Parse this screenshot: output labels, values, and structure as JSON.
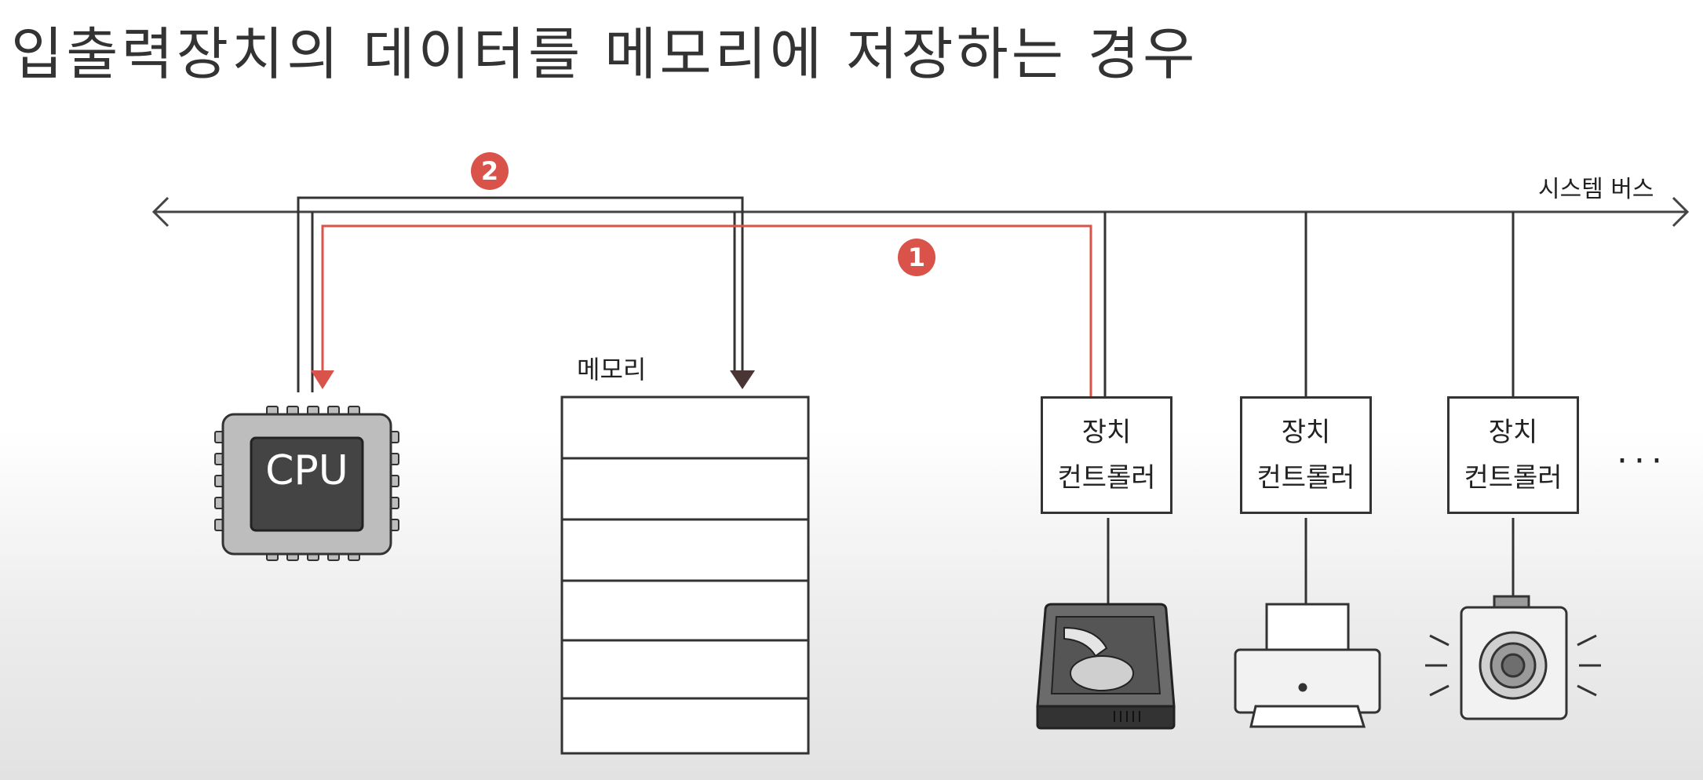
{
  "title": "입출력장치의 데이터를 메모리에 저장하는 경우",
  "bus_label": "시스템 버스",
  "memory_label": "메모리",
  "cpu_label": "CPU",
  "controllers": [
    {
      "line1": "장치",
      "line2": "컨트롤러",
      "device": "hard-disk"
    },
    {
      "line1": "장치",
      "line2": "컨트롤러",
      "device": "printer"
    },
    {
      "line1": "장치",
      "line2": "컨트롤러",
      "device": "speaker"
    }
  ],
  "more_indicator": "···",
  "steps": [
    {
      "number": "1",
      "path": "device-controller-to-cpu"
    },
    {
      "number": "2",
      "path": "cpu-to-memory"
    }
  ],
  "colors": {
    "step_path": "#d9534a",
    "step_badge": "#d9534a",
    "cpu_body": "#bdbdbd",
    "cpu_die": "#444444",
    "outline": "#333333"
  }
}
